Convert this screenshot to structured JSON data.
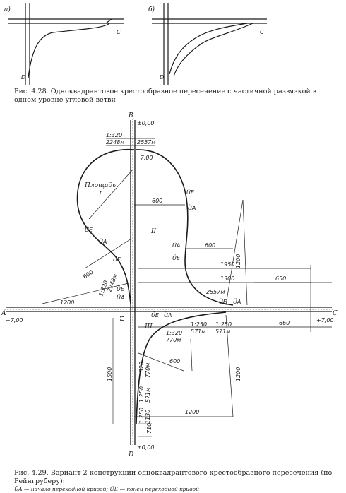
{
  "fig28": {
    "panel_a": "а)",
    "panel_b": "б)",
    "label_c": "C",
    "label_d": "D",
    "caption": "Рис. 4.28. Одноквадрантовое крестообразное пересечение с частичной развязкой в одном уровне угловой ветви"
  },
  "fig29": {
    "labels": {
      "b": "B",
      "a": "A",
      "c": "C",
      "d": "D",
      "top_level": "±0,00",
      "bottom_level": "±0,00",
      "left_level": "+7,00",
      "right_level": "+7,00",
      "bridge_level": "+7,00",
      "square": "Площадь",
      "square_num": "I",
      "zone2": "II",
      "zone3": "III",
      "ue": "ÜE",
      "ua": "ÜA"
    },
    "dims": {
      "d1320a": "1:320",
      "d2248a": "2248м",
      "d2557a": "2557м",
      "d600a": "600",
      "d600b": "600",
      "d600c": "600",
      "d600d": "600",
      "d1320b": "1:320",
      "d2248b": "2248м",
      "d1200a": "1200",
      "d1200b": "1200",
      "d1200c": "1200",
      "d1200d": "1200",
      "d1950": "1950",
      "d1300": "1300",
      "d650": "650",
      "d2557b": "2557м",
      "d660": "660",
      "d11": "11",
      "d1320c": "1:320",
      "d770a": "770м",
      "d1250a": "1:250",
      "d571a": "571м",
      "d1250b": "1:250",
      "d571b": "571м",
      "d1320d": "1:320",
      "d770b": "770м",
      "d1250c": "1:250",
      "d571c": "571м",
      "d1500": "1500",
      "d1250d": "1:250",
      "d1130": "1130",
      "d710": "710"
    },
    "caption": "Рис. 4.29. Вариант 2 конструкции одноквадрантового крестообразного пересечения (по Рейнгруберу):",
    "legend": "ÜA — начало переходной кривой; ÜE — конец переходной кривой"
  }
}
